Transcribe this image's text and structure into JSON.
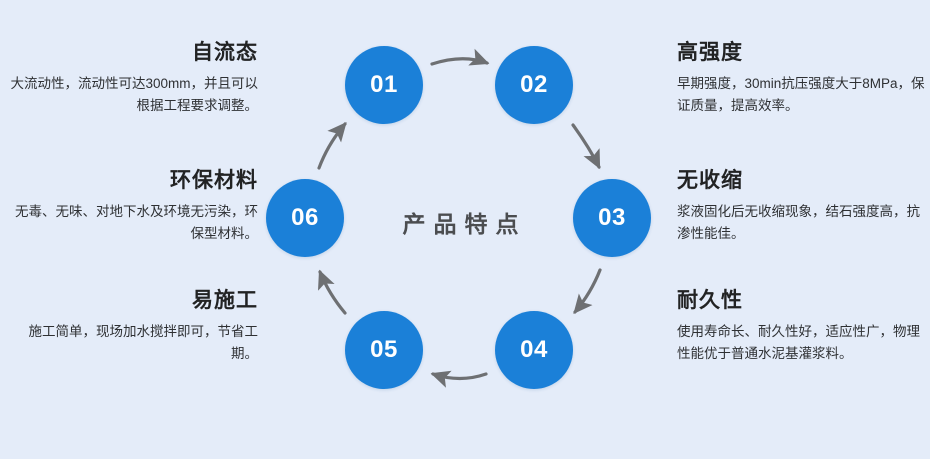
{
  "canvas": {
    "background_color": "#e4ecf9",
    "node_color": "#1b80d8",
    "arrow_color": "#6e7073",
    "title_color": "#4b4d50",
    "heading_color": "#222324",
    "body_color": "#2e3033"
  },
  "center": {
    "title": "产品特点"
  },
  "nodes": [
    {
      "number": "01"
    },
    {
      "number": "02"
    },
    {
      "number": "03"
    },
    {
      "number": "04"
    },
    {
      "number": "05"
    },
    {
      "number": "06"
    }
  ],
  "features": [
    {
      "number": "01",
      "side": "left",
      "title": "自流态",
      "desc": "大流动性，流动性可达300mm，并且可以根据工程要求调整。"
    },
    {
      "number": "02",
      "side": "right",
      "title": "高强度",
      "desc": "早期强度，30min抗压强度大于8MPa，保证质量，提高效率。"
    },
    {
      "number": "03",
      "side": "right",
      "title": "无收缩",
      "desc": "浆液固化后无收缩现象，结石强度高，抗渗性能佳。"
    },
    {
      "number": "04",
      "side": "right",
      "title": "耐久性",
      "desc": "使用寿命长、耐久性好，适应性广，物理性能优于普通水泥基灌浆料。"
    },
    {
      "number": "05",
      "side": "left",
      "title": "易施工",
      "desc": "施工简单，现场加水搅拌即可，节省工期。"
    },
    {
      "number": "06",
      "side": "left",
      "title": "环保材料",
      "desc": "无毒、无味、对地下水及环境无污染，环保型材料。"
    }
  ],
  "arrows": [
    {
      "name": "arrow-01-to-02",
      "from": "01",
      "to": "02"
    },
    {
      "name": "arrow-02-to-03",
      "from": "02",
      "to": "03"
    },
    {
      "name": "arrow-03-to-04",
      "from": "03",
      "to": "04"
    },
    {
      "name": "arrow-04-to-05",
      "from": "04",
      "to": "05"
    },
    {
      "name": "arrow-05-to-06",
      "from": "05",
      "to": "06"
    },
    {
      "name": "arrow-06-to-01",
      "from": "06",
      "to": "01"
    }
  ]
}
